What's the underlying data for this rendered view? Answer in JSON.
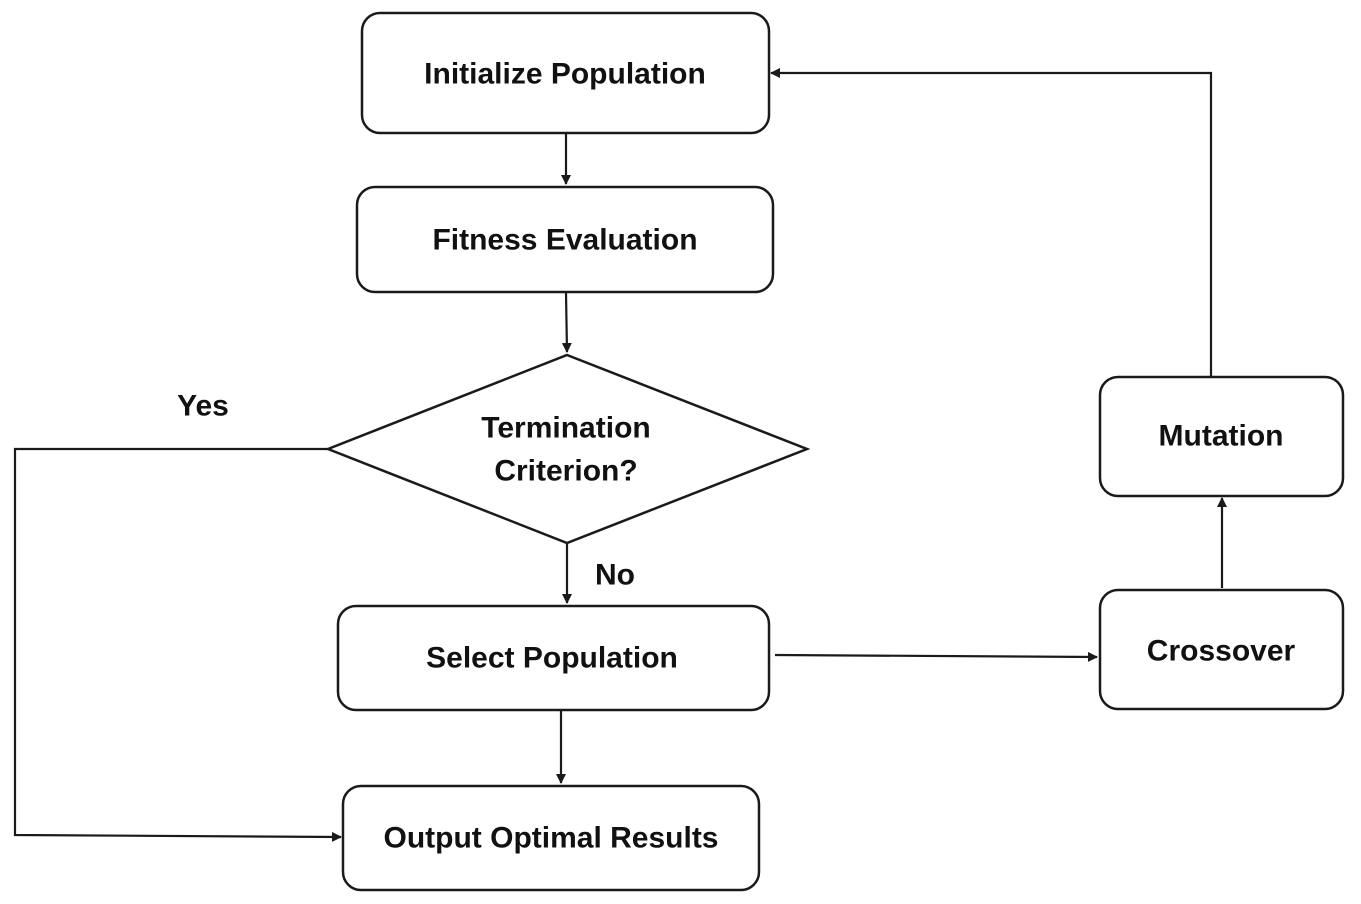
{
  "diagram": {
    "nodes": {
      "initialize": {
        "label": "Initialize Population"
      },
      "fitness": {
        "label": "Fitness Evaluation"
      },
      "termination": {
        "label_line1": "Termination",
        "label_line2": "Criterion?"
      },
      "select": {
        "label": "Select Population"
      },
      "output": {
        "label": "Output Optimal Results"
      },
      "crossover": {
        "label": "Crossover"
      },
      "mutation": {
        "label": "Mutation"
      }
    },
    "edge_labels": {
      "yes": "Yes",
      "no": "No"
    },
    "colors": {
      "stroke": "#1a1a1a",
      "text": "#111111",
      "background": "#ffffff"
    }
  }
}
